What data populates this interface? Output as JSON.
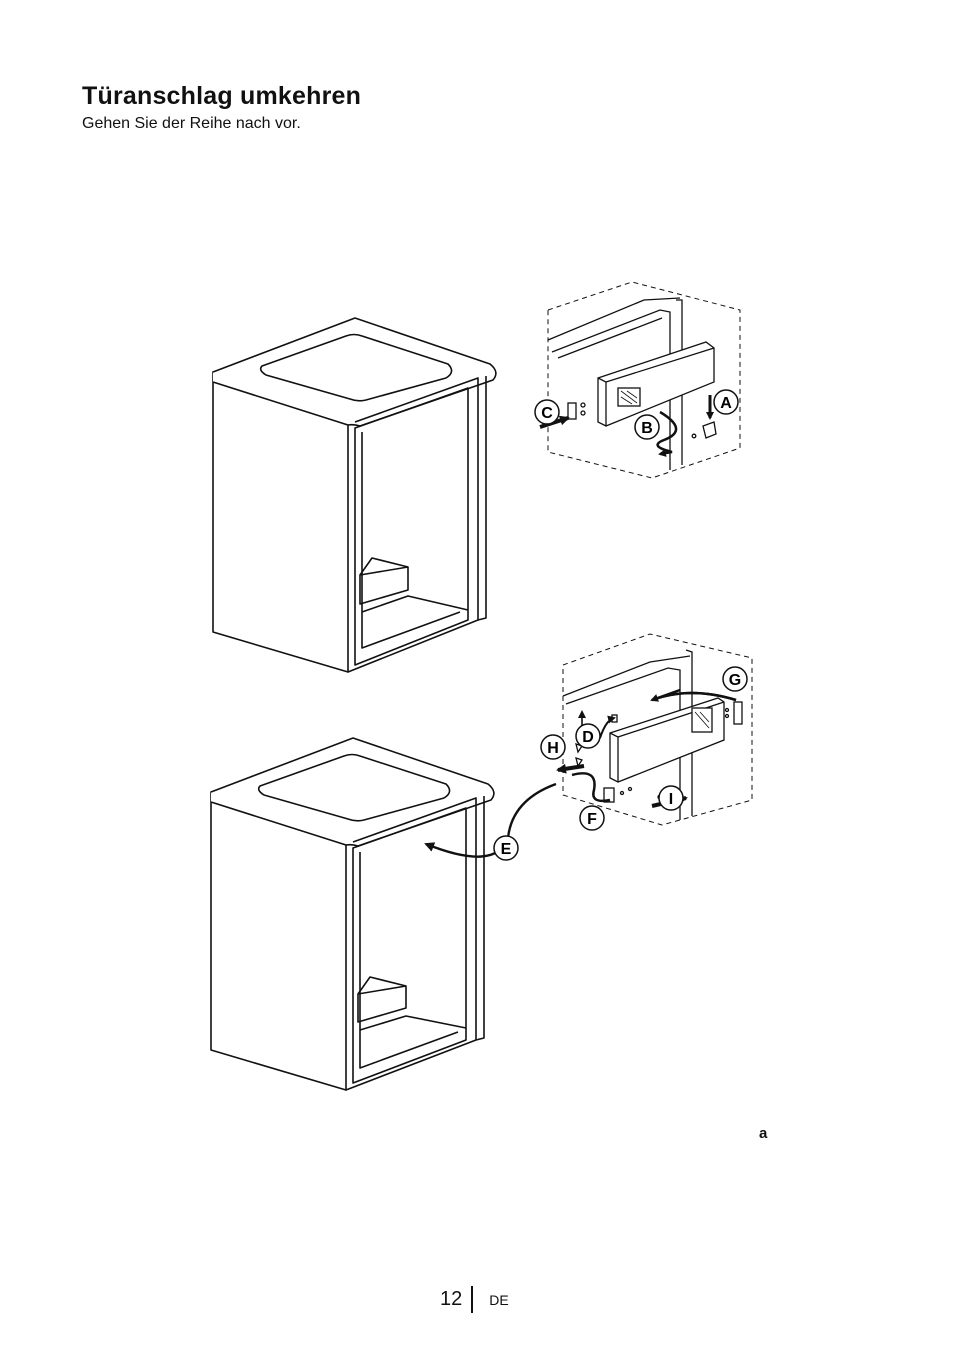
{
  "title": "Türanschlag umkehren",
  "subtitle": "Gehen Sie der Reihe nach vor.",
  "figure_letter": "a",
  "callouts": {
    "a": "A",
    "b": "B",
    "c": "C",
    "d": "D",
    "e": "E",
    "f": "F",
    "g": "G",
    "h": "H",
    "i": "I"
  },
  "footer": {
    "page": "12",
    "language": "DE"
  }
}
